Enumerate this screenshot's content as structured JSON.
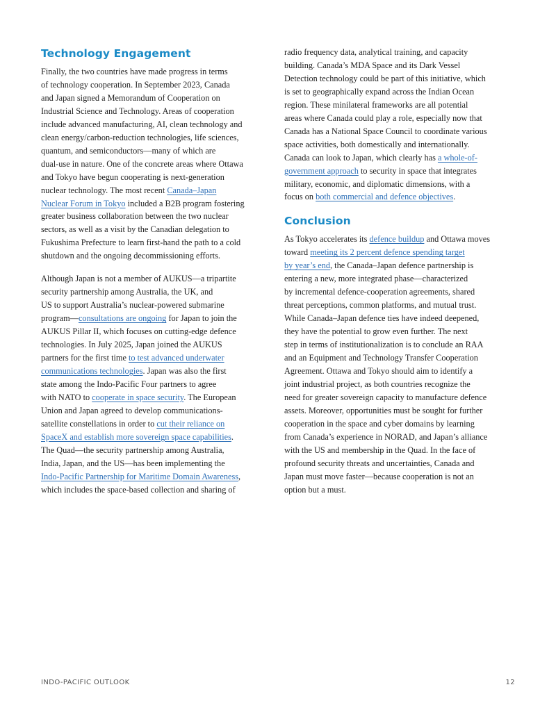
{
  "sections": {
    "tech": {
      "heading": "Technology Engagement",
      "paragraphs": [
        [
          {
            "t": "Finally, the two countries have made progress in terms\nof technology cooperation. In September 2023, Canada\nand Japan signed a Memorandum of Cooperation on\nIndustrial Science and Technology. Areas of cooperation\ninclude advanced manufacturing, AI, clean technology and\nclean energy/carbon-reduction technologies, life sciences,\nquantum, and semiconductors—many of which are\ndual-use in nature. One of the concrete areas where Ottawa\nand Tokyo have begun cooperating is next-generation\nnuclear technology. The most recent "
          },
          {
            "t": "Canada–Japan \nNuclear Forum in Tokyo",
            "link": true
          },
          {
            "t": " included a B2B program fostering\ngreater business collaboration between the two nuclear\nsectors, as well as a visit by the Canadian delegation to\nFukushima Prefecture to learn first-hand the path to a cold\nshutdown and the ongoing decommissioning efforts."
          }
        ],
        [
          {
            "t": "Although Japan is not a member of AUKUS—a tripartite\nsecurity partnership among Australia, the UK, and\nUS to support Australia’s nuclear-powered submarine\nprogram—"
          },
          {
            "t": "consultations are ongoing",
            "link": true
          },
          {
            "t": " for Japan to join the\nAUKUS Pillar II, which focuses on cutting-edge defence\ntechnologies. In July 2025, Japan joined the AUKUS\npartners for the first time "
          },
          {
            "t": "to test advanced underwater \ncommunications technologies",
            "link": true
          },
          {
            "t": ". Japan was also the first\nstate among the Indo-Pacific Four partners to agree\nwith NATO to "
          },
          {
            "t": "cooperate in space security",
            "link": true
          },
          {
            "t": ". The European\nUnion and Japan agreed to develop communications-\nsatellite constellations in order to "
          },
          {
            "t": "cut their reliance on \nSpaceX and establish more sovereign space capabilities",
            "link": true
          },
          {
            "t": ".\nThe Quad—the security partnership among Australia,\nIndia, Japan, and the US—has been implementing the\n"
          },
          {
            "t": "Indo-Pacific Partnership for Maritime Domain Awareness",
            "link": true
          },
          {
            "t": ",\nwhich includes the space-based collection and sharing of"
          }
        ],
        [
          {
            "t": "radio frequency data, analytical training, and capacity\nbuilding. Canada’s MDA Space and its Dark Vessel\nDetection technology could be part of this initiative, which\nis set to geographically expand across the Indian Ocean\nregion. These minilateral frameworks are all potential\nareas where Canada could play a role, especially now that\nCanada has a National Space Council to coordinate various\nspace activities, both domestically and internationally.\nCanada can look to Japan, which clearly has "
          },
          {
            "t": "a whole-of-\ngovernment approach",
            "link": true
          },
          {
            "t": " to security in space that integrates\nmilitary, economic, and diplomatic dimensions, with a\nfocus on "
          },
          {
            "t": "both commercial and defence objectives",
            "link": true
          },
          {
            "t": "."
          }
        ]
      ]
    },
    "conclusion": {
      "heading": "Conclusion",
      "paragraphs": [
        [
          {
            "t": "As Tokyo accelerates its "
          },
          {
            "t": "defence buildup",
            "link": true
          },
          {
            "t": " and Ottawa moves\ntoward "
          },
          {
            "t": "meeting its 2 percent defence spending target \nby year’s end",
            "link": true
          },
          {
            "t": ", the Canada–Japan defence partnership is\nentering a new, more integrated phase—characterized\nby incremental defence-cooperation agreements, shared\nthreat perceptions, common platforms, and mutual trust.\nWhile Canada–Japan defence ties have indeed deepened,\nthey have the potential to grow even further. The next\nstep in terms of institutionalization is to conclude an RAA\nand an Equipment and Technology Transfer Cooperation\nAgreement. Ottawa and Tokyo should aim to identify a\njoint industrial project, as both countries recognize the\nneed for greater sovereign capacity to manufacture defence\nassets. Moreover, opportunities must be sought for further\ncooperation in the space and cyber domains by learning\nfrom Canada’s experience in NORAD, and Japan’s alliance\nwith the US and membership in the Quad. In the face of\nprofound security threats and uncertainties, Canada and\nJapan must move faster—because cooperation is not an\noption but a must."
          }
        ]
      ]
    }
  },
  "footer": {
    "title": "INDO-PACIFIC OUTLOOK",
    "page": "12"
  },
  "colors": {
    "heading": "#1a8ac6",
    "link": "#2d6fb7"
  }
}
